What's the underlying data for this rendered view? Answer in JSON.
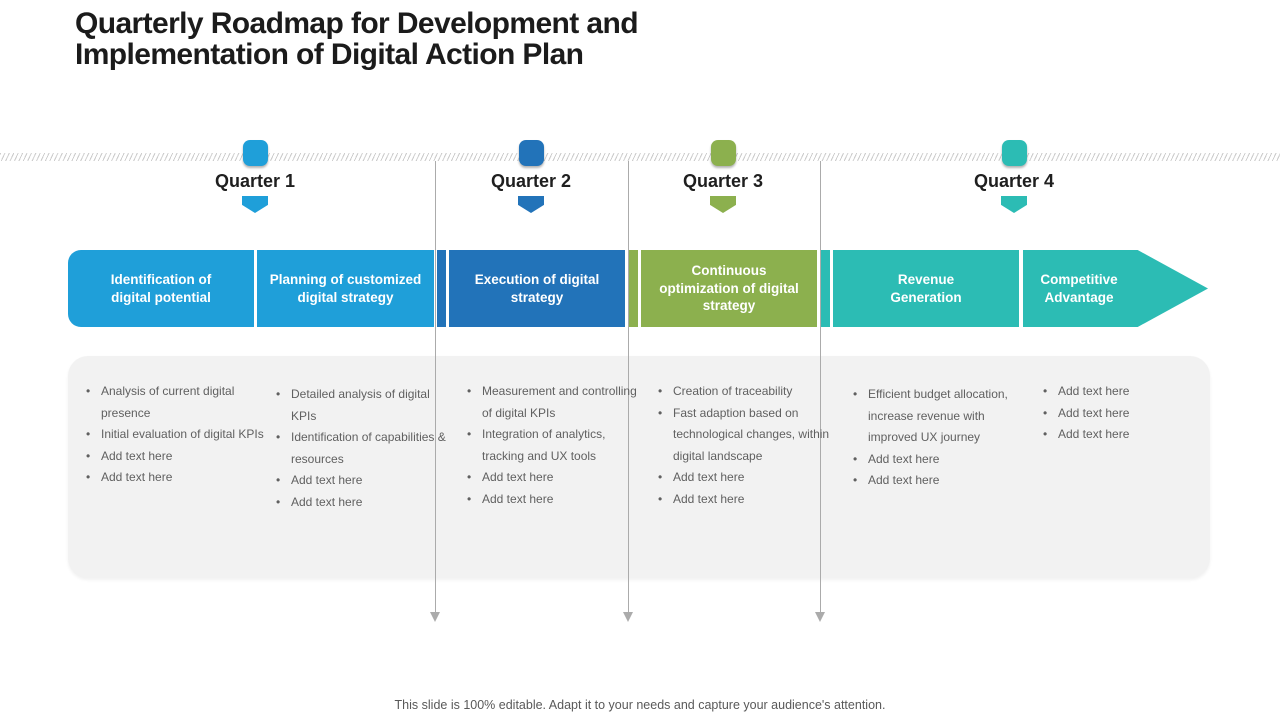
{
  "slide": {
    "title": "Quarterly Roadmap for Development and Implementation of Digital Action Plan",
    "footer": "This slide is 100% editable. Adapt it to your needs and capture your audience's attention."
  },
  "colors": {
    "light_blue": "#1f9fd9",
    "dark_blue": "#2273b9",
    "green": "#8cb04e",
    "teal": "#2cbcb4",
    "panel_gray": "#f2f2f2",
    "body_text_gray": "#606060",
    "line_gray": "#ababab"
  },
  "quarters": [
    {
      "label": "Quarter 1",
      "color": "#1f9fd9"
    },
    {
      "label": "Quarter 2",
      "color": "#2273b9"
    },
    {
      "label": "Quarter 3",
      "color": "#8cb04e"
    },
    {
      "label": "Quarter 4",
      "color": "#2cbcb4"
    }
  ],
  "phases": [
    {
      "label": "Identification of digital potential",
      "color": "#1f9fd9"
    },
    {
      "label": "Planning  of customized digital strategy",
      "color": "#1f9fd9"
    },
    {
      "label": "Execution of digital strategy",
      "color": "#2273b9"
    },
    {
      "label": "Continuous optimization of digital strategy",
      "color": "#8cb04e"
    },
    {
      "label": "Revenue Generation",
      "color": "#2cbcb4"
    },
    {
      "label": "Competitive Advantage",
      "color": "#2cbcb4"
    }
  ],
  "columns": [
    {
      "bullets": [
        "Analysis of current digital presence",
        "Initial evaluation of digital KPIs",
        "Add text here",
        "Add text here"
      ]
    },
    {
      "bullets": [
        "Detailed analysis of digital KPIs",
        "Identification of capabilities & resources",
        "Add text here",
        "Add text here"
      ]
    },
    {
      "bullets": [
        "Measurement and controlling of digital KPIs",
        "Integration of analytics, tracking and UX tools",
        "Add text here",
        "Add text here"
      ]
    },
    {
      "bullets": [
        "Creation of traceability",
        "Fast adaption based on technological changes, within digital landscape",
        "Add text here",
        "Add text here"
      ]
    },
    {
      "bullets": [
        "Efficient budget allocation, increase revenue with improved UX journey",
        "Add text here",
        "Add text here"
      ]
    },
    {
      "bullets": [
        "Add text here",
        "Add text here",
        "Add text here"
      ]
    }
  ]
}
